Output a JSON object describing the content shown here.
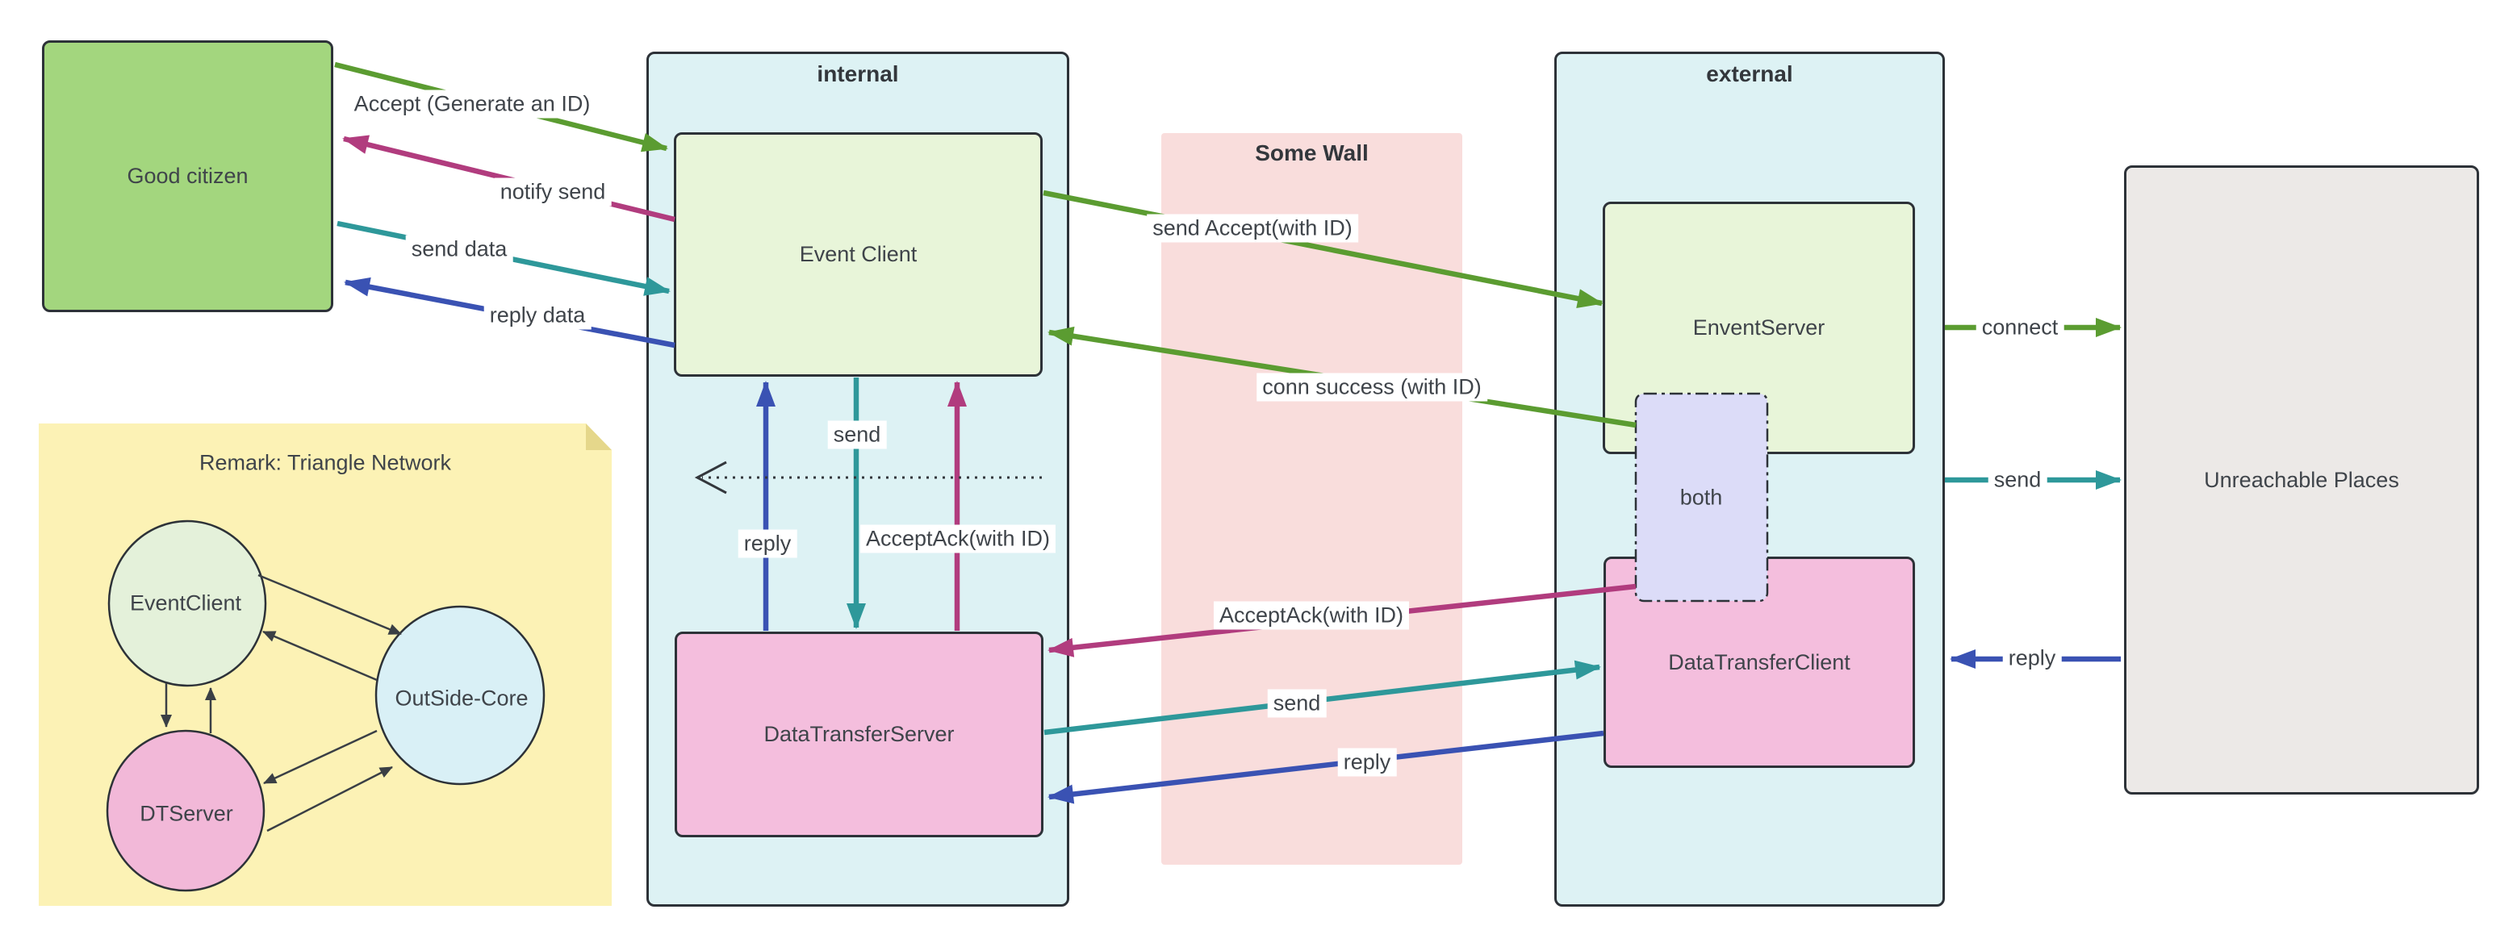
{
  "diagram": {
    "nodes": {
      "good_citizen": "Good citizen",
      "event_client": "Event Client",
      "data_transfer_server": "DataTransferServer",
      "envent_server": "EnventServer",
      "both": "both",
      "data_transfer_client": "DataTransferClient",
      "unreachable_places": "Unreachable Places"
    },
    "containers": {
      "internal": "internal",
      "external": "external",
      "some_wall": "Some Wall"
    },
    "edge_labels": {
      "accept_generate_id": "Accept (Generate an ID)",
      "notify_send": "notify send",
      "send_data": "send data",
      "reply_data": "reply data",
      "reply_vertical": "reply",
      "send_vertical": "send",
      "acceptack_vertical": "AcceptAck(with ID)",
      "send_accept_with_id": "send Accept(with ID)",
      "conn_success_with_id": "conn success (with ID)",
      "acceptack_wall": "AcceptAck(with ID)",
      "send_wall": "send",
      "reply_wall": "reply",
      "connect_right": "connect",
      "send_right": "send",
      "reply_right": "reply"
    },
    "note": {
      "title": "Remark: Triangle Network",
      "nodes": {
        "event_client": "EventClient",
        "outside_core": "OutSide-Core",
        "dt_server": "DTServer"
      }
    },
    "colors": {
      "arrow_green": "#5b9c31",
      "arrow_magenta": "#b13c7e",
      "arrow_teal": "#2e989a",
      "arrow_blue": "#3a52b3",
      "arrow_dark": "#3a3f45",
      "node_green": "#a3d67e",
      "node_light_green": "#e8f5d9",
      "node_pink": "#f4bedd",
      "node_lavender": "#dcdcf8",
      "container_cyan": "#ddf2f4",
      "wall_pink": "#f9dddc",
      "gray_box": "#ece9e7",
      "note_yellow": "#fcf2b5",
      "note_fold": "#e5d78b",
      "ellipse_green": "#e4f1da",
      "ellipse_cyan": "#d9f0f6",
      "ellipse_pink": "#f2b8d8"
    }
  }
}
